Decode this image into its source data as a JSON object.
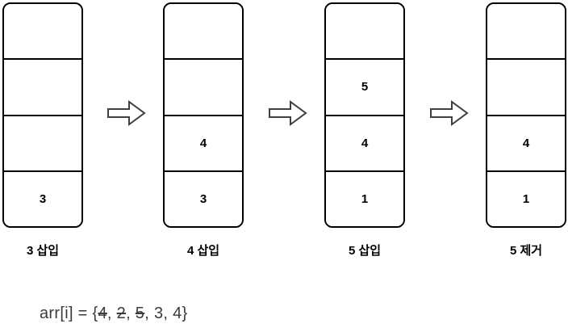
{
  "figure": {
    "description": "stack push/pop diagram",
    "stacks": [
      {
        "label": "3 삽입",
        "cells": [
          "",
          "",
          "",
          "3"
        ]
      },
      {
        "label": "4 삽입",
        "cells": [
          "",
          "",
          "4",
          "3"
        ]
      },
      {
        "label": "5 삽입",
        "cells": [
          "",
          "5",
          "4",
          "1"
        ]
      },
      {
        "label": "5 제거",
        "cells": [
          "",
          "",
          "4",
          "1"
        ]
      }
    ],
    "arrow_icon": "right-block-arrow-icon"
  },
  "formula": {
    "prefix": "arr[i] = {",
    "separator": ", ",
    "suffix": "}",
    "items": [
      {
        "text": "4",
        "struck": true
      },
      {
        "text": "2",
        "struck": true
      },
      {
        "text": "5",
        "struck": true
      },
      {
        "text": "3",
        "struck": false
      },
      {
        "text": "4",
        "struck": false
      }
    ]
  },
  "colors": {
    "stack_border": "#000000",
    "cell_text": "#000000",
    "arrow_stroke": "#404040",
    "formula_text": "#3b3b3b",
    "background": "#ffffff"
  }
}
